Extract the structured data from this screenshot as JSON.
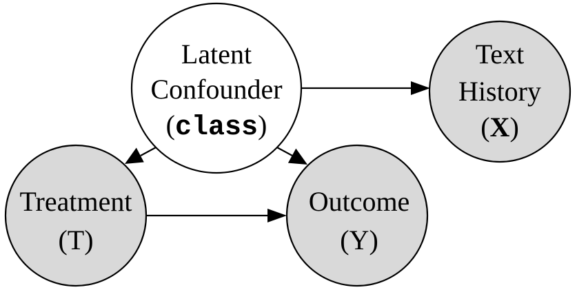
{
  "colors": {
    "observed_fill": "#d9d9d9",
    "latent_fill": "#ffffff",
    "stroke": "#000000"
  },
  "nodes": {
    "latent": {
      "line1": "Latent",
      "line2": "Confounder",
      "line3_open": "(",
      "line3_code": "class",
      "line3_close": ")"
    },
    "text_history": {
      "line1": "Text",
      "line2": "History",
      "line3_open": "(",
      "line3_var": "X",
      "line3_close": ")"
    },
    "treatment": {
      "line1": "Treatment",
      "line2": "(T)"
    },
    "outcome": {
      "line1": "Outcome",
      "line2": "(Y)"
    }
  },
  "edges": [
    {
      "from": "latent",
      "to": "text_history"
    },
    {
      "from": "latent",
      "to": "treatment"
    },
    {
      "from": "latent",
      "to": "outcome"
    },
    {
      "from": "treatment",
      "to": "outcome"
    }
  ]
}
